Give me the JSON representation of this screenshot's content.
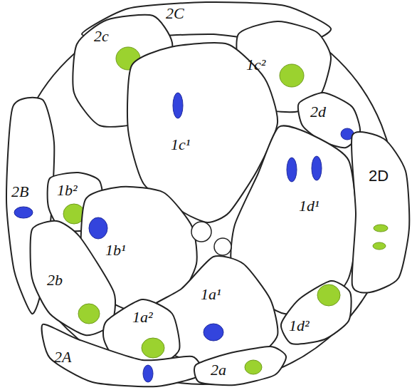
{
  "diagram": {
    "nodes": [
      {
        "text": [
          "2C"
        ]
      },
      {
        "text": [
          "1c²"
        ]
      },
      {
        "text": [
          "2c"
        ]
      },
      {
        "text": [
          "1c¹"
        ]
      },
      {
        "text": [
          "2d"
        ]
      },
      {
        "text": [
          "1d¹"
        ]
      },
      {
        "text": [
          "2B"
        ]
      },
      {
        "text": [
          "1b²"
        ]
      },
      {
        "text": [
          "2D"
        ]
      },
      {
        "text": [
          "1b¹"
        ]
      },
      {
        "text": [
          "2b"
        ]
      },
      {
        "text": [
          "1a¹"
        ]
      },
      {
        "text": [
          "1a²"
        ]
      },
      {
        "text": [
          "1d²"
        ]
      },
      {
        "text": [
          "2A"
        ]
      },
      {
        "text": [
          "2a"
        ]
      }
    ]
  }
}
